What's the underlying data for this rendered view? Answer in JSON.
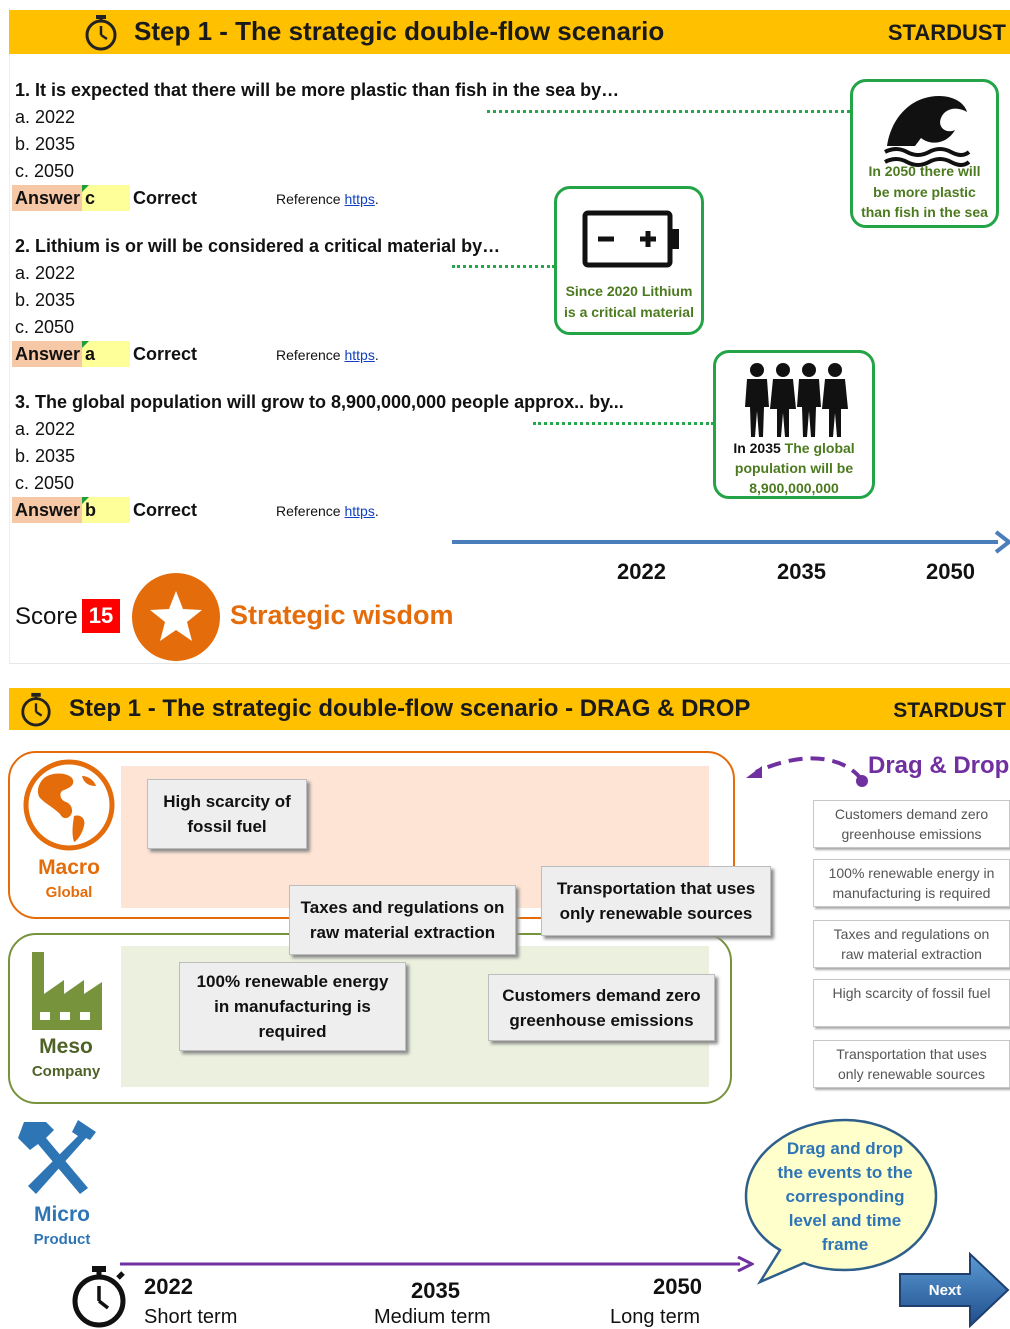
{
  "quiz": {
    "header": {
      "title": "Step 1 - The strategic double-flow scenario",
      "brand": "STARDUST"
    },
    "questions": [
      {
        "text": "1.  It is expected that there will be more plastic than fish in the sea by…",
        "options": [
          "a. 2022",
          "b. 2035",
          "c. 2050"
        ],
        "answer_label": "Answer",
        "answer": "c",
        "result": "Correct",
        "reference_label": "Reference",
        "reference_link": "https",
        "reference_end": "."
      },
      {
        "text": "2. Lithium is or will be considered a critical material by…",
        "options": [
          "a. 2022",
          "b. 2035",
          "c. 2050"
        ],
        "answer_label": "Answer",
        "answer": "a",
        "result": "Correct",
        "reference_label": "Reference",
        "reference_link": "https",
        "reference_end": "."
      },
      {
        "text": "3. The global population will grow to 8,900,000,000 people approx.. by...",
        "options": [
          "a. 2022",
          "b. 2035",
          "c. 2050"
        ],
        "answer_label": "Answer",
        "answer": "b",
        "result": "Correct",
        "reference_label": "Reference",
        "reference_link": "https",
        "reference_end": "."
      }
    ],
    "callouts": {
      "plastic": {
        "icon": "wave-icon",
        "lines": [
          "In 2050 there will",
          "be more plastic",
          "than fish in the sea"
        ]
      },
      "lithium": {
        "icon": "battery-icon",
        "lines": [
          "Since 2020 Lithium",
          "is a critical material"
        ]
      },
      "population": {
        "icon": "people-icon",
        "line1_year": "In 2035",
        "line1_rest": " The global",
        "line2": "population will be",
        "line3": "8,900,000,000"
      }
    },
    "timeline_years": [
      "2022",
      "2035",
      "2050"
    ],
    "score_label": "Score",
    "score": "15",
    "badge": "Strategic wisdom",
    "colors": {
      "banner": "#ffc000",
      "green": "#22a447",
      "badge": "#e46c0a",
      "score_bg": "#ff0000",
      "timeline": "#4a7ebb"
    }
  },
  "dragdrop": {
    "header": {
      "title": "Step 1 - The strategic double-flow scenario - DRAG & DROP",
      "brand": "STARDUST"
    },
    "drag_drop_label": "Drag & Drop",
    "levels": {
      "macro": {
        "name": "Macro",
        "sub": "Global",
        "icon": "globe-icon"
      },
      "meso": {
        "name": "Meso",
        "sub": "Company",
        "icon": "factory-icon"
      },
      "micro": {
        "name": "Micro",
        "sub": "Product",
        "icon": "hammer-icon"
      }
    },
    "placed_cards": {
      "fossil": [
        "High scarcity of",
        "fossil fuel"
      ],
      "taxes": [
        "Taxes and regulations on",
        "raw material extraction"
      ],
      "transport": [
        "Transportation  that uses",
        "only renewable sources"
      ],
      "renewable": [
        "100% renewable energy",
        "in manufacturing is",
        "required"
      ],
      "customers": [
        "Customers demand zero",
        "greenhouse emissions"
      ]
    },
    "side_cards": [
      [
        "Customers demand zero",
        "greenhouse emissions"
      ],
      [
        "100% renewable energy in",
        "manufacturing is required"
      ],
      [
        "Taxes and regulations on",
        "raw material extraction"
      ],
      [
        "High scarcity of fossil fuel"
      ],
      [
        "Transportation that uses",
        "only renewable sources"
      ]
    ],
    "speech": [
      "Drag and drop",
      "the events to the",
      "corresponding",
      "level and time",
      "frame"
    ],
    "terms": [
      {
        "year": "2022",
        "label": "Short term"
      },
      {
        "year": "2035",
        "label": "Medium term"
      },
      {
        "year": "2050",
        "label": "Long term"
      }
    ],
    "next_label": "Next",
    "colors": {
      "macro": "#e46c0a",
      "meso": "#77933c",
      "micro": "#2e75b6",
      "purple": "#7030a0"
    }
  }
}
